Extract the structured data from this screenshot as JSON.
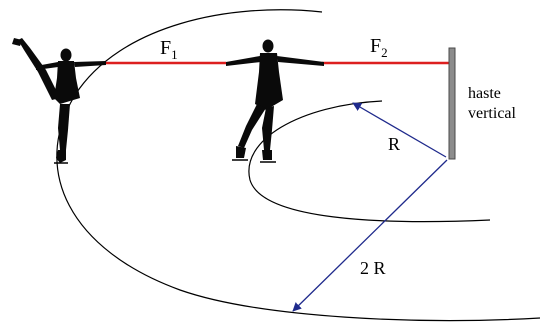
{
  "labels": {
    "f1": "F",
    "f1_sub": "1",
    "f2": "F",
    "f2_sub": "2",
    "radius_small": "R",
    "radius_large": "2 R",
    "pole_line1": "haste",
    "pole_line2": "vertical"
  },
  "colors": {
    "rope": "#dd1f1f",
    "radius_arrow": "#1f2a8c",
    "pole": "#8c8c8c",
    "trajectory": "#000000"
  }
}
